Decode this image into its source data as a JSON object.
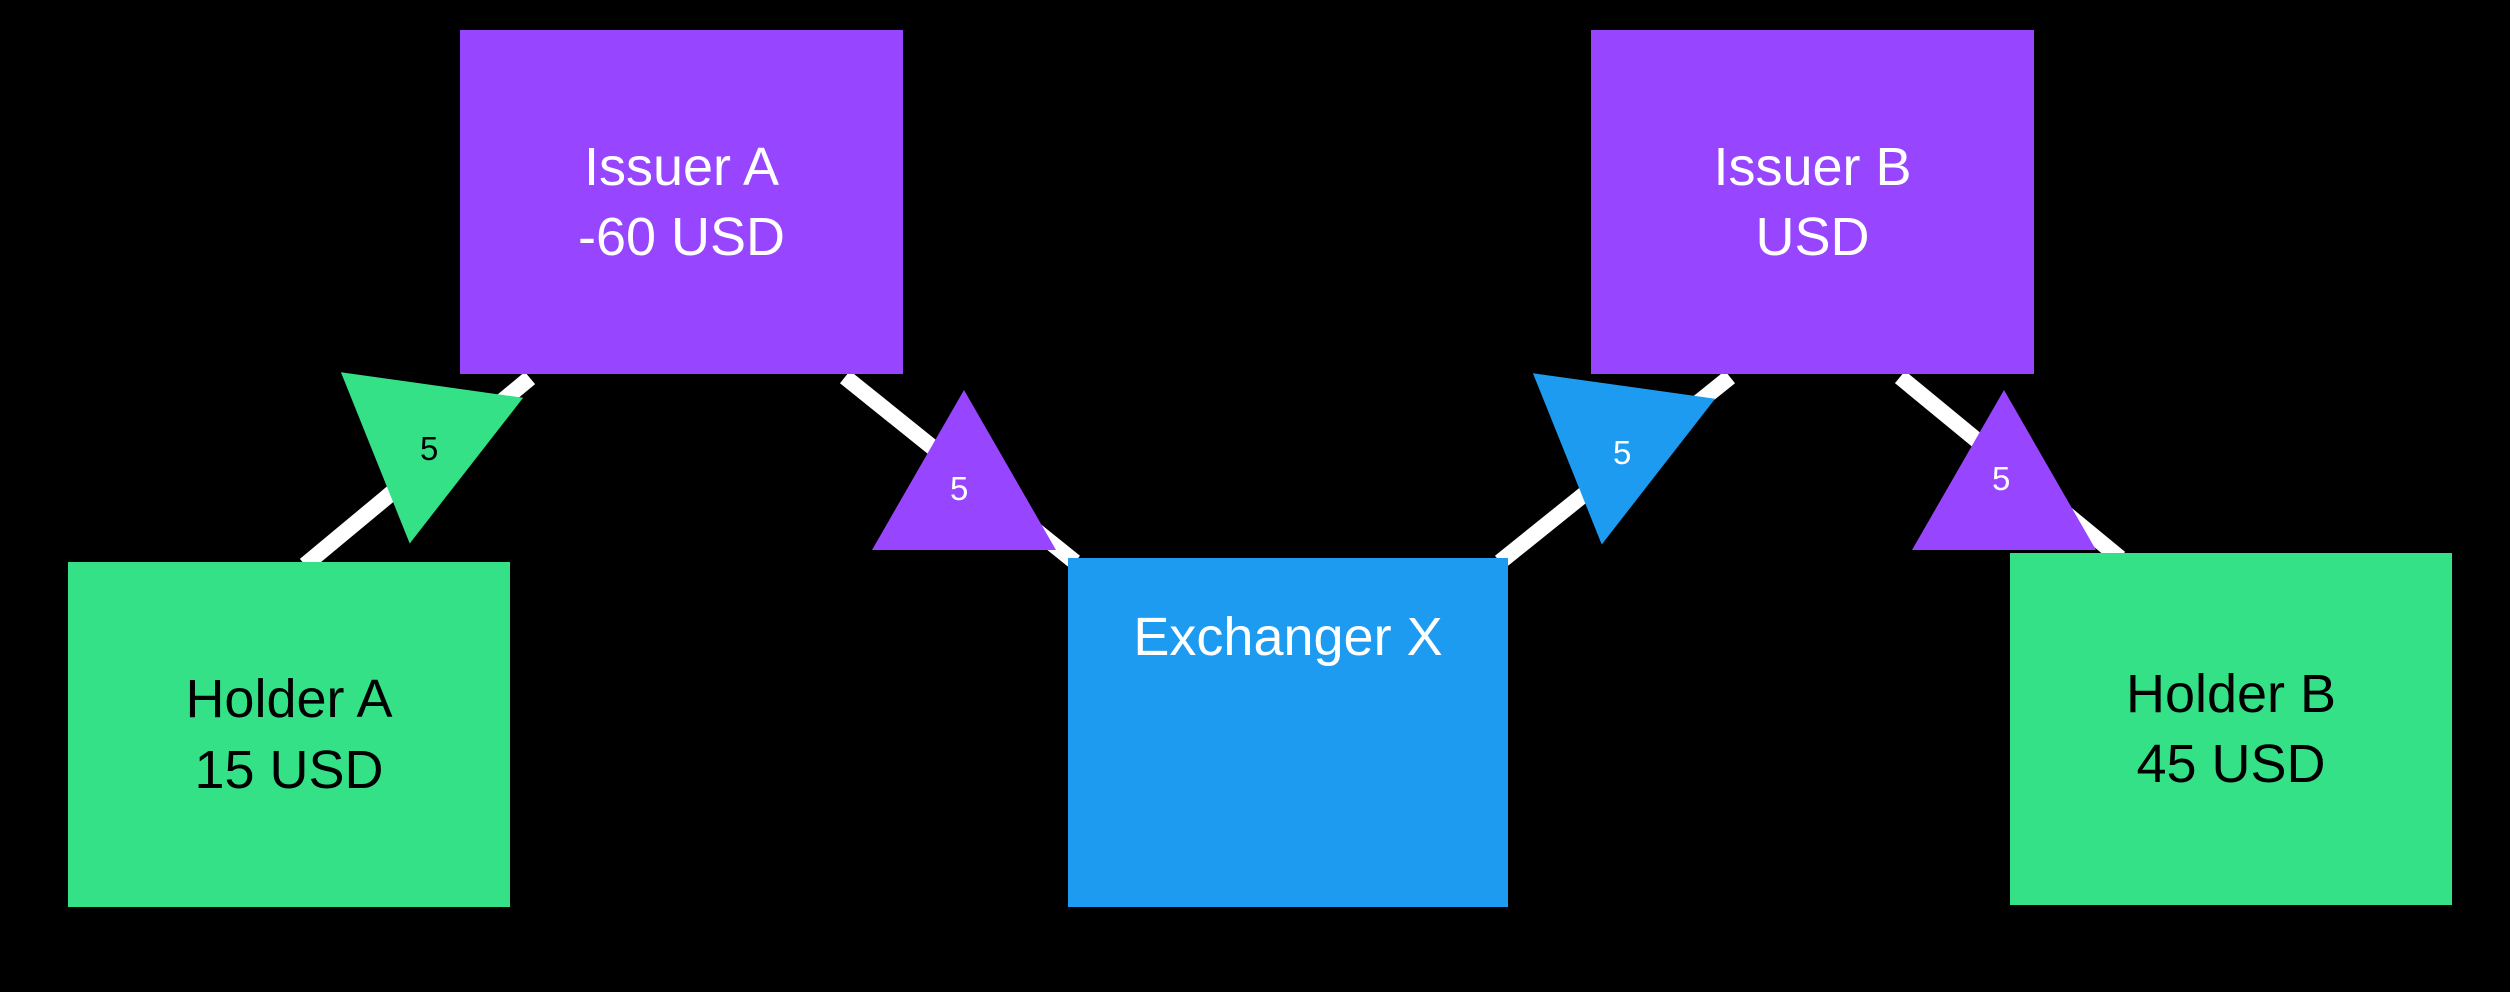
{
  "diagram": {
    "background_color": "#000000",
    "edge_color": "#FFFFFF",
    "nodes": [
      {
        "id": "issuer-a",
        "title": "Issuer A",
        "subtitle": "-60 USD",
        "color": "#9745FF",
        "text_color": "#FFFFFF",
        "shape": "rectangle"
      },
      {
        "id": "holder-a",
        "title": "Holder A",
        "subtitle": "15 USD",
        "color": "#34E187",
        "text_color": "#000000",
        "shape": "rectangle"
      },
      {
        "id": "exchanger-x",
        "title": "Exchanger X",
        "subtitle": "",
        "color": "#1D9BF0",
        "text_color": "#FFFFFF",
        "shape": "rectangle"
      },
      {
        "id": "issuer-b",
        "title": "Issuer B",
        "subtitle": "USD",
        "color": "#9745FF",
        "text_color": "#FFFFFF",
        "shape": "rectangle"
      },
      {
        "id": "holder-b",
        "title": "Holder B",
        "subtitle": "45 USD",
        "color": "#34E187",
        "text_color": "#000000",
        "shape": "rectangle"
      }
    ],
    "edges": [
      {
        "id": "edge-holder-a-issuer-a",
        "from": "holder-a",
        "to": "issuer-a",
        "label": "5",
        "marker_color": "#34E187",
        "marker_direction": "down",
        "label_color": "#000000"
      },
      {
        "id": "edge-issuer-a-exchanger-x",
        "from": "issuer-a",
        "to": "exchanger-x",
        "label": "5",
        "marker_color": "#9745FF",
        "marker_direction": "up",
        "label_color": "#FFFFFF"
      },
      {
        "id": "edge-exchanger-x-issuer-b",
        "from": "exchanger-x",
        "to": "issuer-b",
        "label": "5",
        "marker_color": "#1D9BF0",
        "marker_direction": "down",
        "label_color": "#FFFFFF"
      },
      {
        "id": "edge-issuer-b-holder-b",
        "from": "issuer-b",
        "to": "holder-b",
        "label": "5",
        "marker_color": "#9745FF",
        "marker_direction": "up",
        "label_color": "#FFFFFF"
      }
    ]
  }
}
